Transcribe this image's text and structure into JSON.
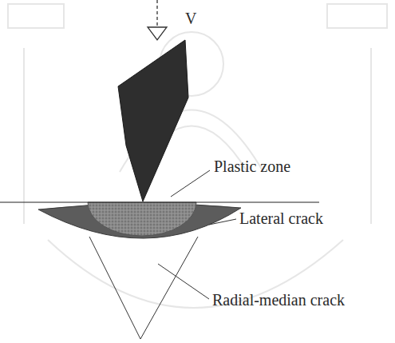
{
  "diagram": {
    "labels": [
      "V",
      "Plastic zone",
      "Lateral crack",
      "Radial-median crack"
    ]
  }
}
